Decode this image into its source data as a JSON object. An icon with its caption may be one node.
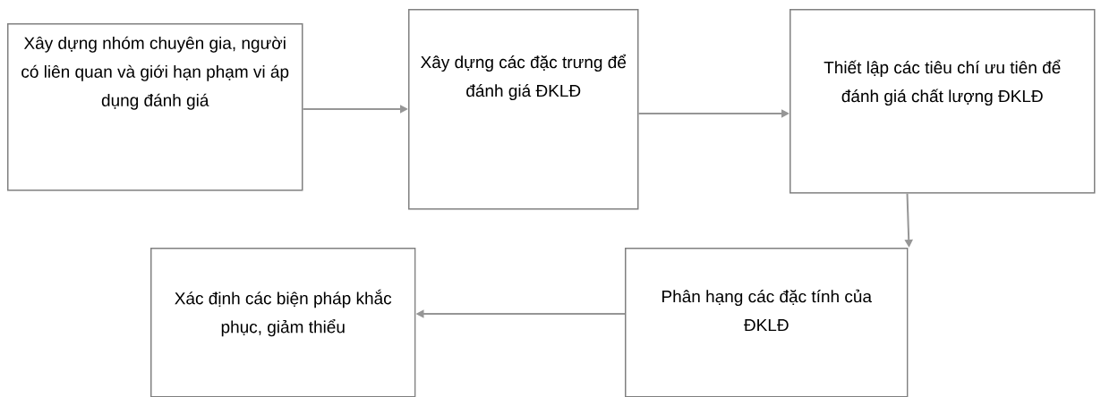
{
  "diagram": {
    "nodes": [
      {
        "text": [
          "Xây dựng nhóm chuyên gia, người có liên quan và giới hạn phạm vi áp dụng đánh giá"
        ]
      },
      {
        "text": [
          "Xây dựng các đặc trưng để đánh giá ĐKLĐ"
        ]
      },
      {
        "text": [
          "Thiết lập các tiêu chí ưu tiên để đánh giá chất lượng ĐKLĐ"
        ]
      },
      {
        "text": [
          "Phân hạng các đặc tính của ĐKLĐ"
        ]
      },
      {
        "text": [
          "Xác định các biện pháp khắc phục, giảm thiểu"
        ]
      }
    ],
    "edges": [
      {
        "from": 0,
        "to": 1,
        "arrow": "to"
      },
      {
        "from": 1,
        "to": 2,
        "arrow": "to"
      },
      {
        "from": 2,
        "to": 3,
        "arrow": "to"
      },
      {
        "from": 3,
        "to": 4,
        "arrow": "to"
      }
    ]
  }
}
